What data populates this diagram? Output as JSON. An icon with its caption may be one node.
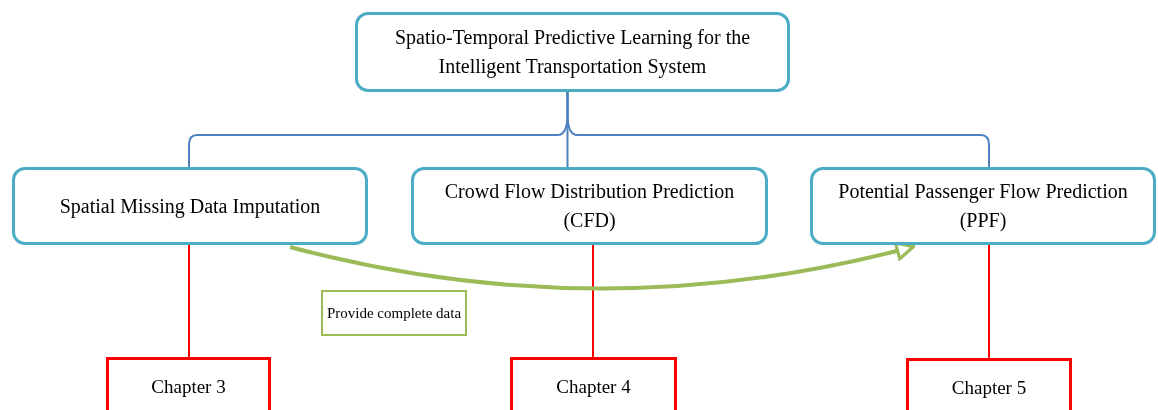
{
  "diagram": {
    "nodes": [
      {
        "text": [
          "Spatio-Temporal Predictive Learning for the Intelligent Transportation System"
        ]
      },
      {
        "text": [
          "Spatial Missing Data Imputation"
        ]
      },
      {
        "text": [
          "Crowd Flow Distribution Prediction (CFD)"
        ]
      },
      {
        "text": [
          "Potential Passenger Flow Prediction (PPF)"
        ]
      },
      {
        "text": [
          "Chapter 3"
        ]
      },
      {
        "text": [
          "Chapter 4"
        ]
      },
      {
        "text": [
          "Chapter 5"
        ]
      },
      {
        "text": [
          "Provide complete data"
        ]
      }
    ],
    "edges": [
      {
        "from": 0,
        "to": 1,
        "arrow": "none",
        "color": "#4f81bd"
      },
      {
        "from": 0,
        "to": 2,
        "arrow": "none",
        "color": "#4f81bd"
      },
      {
        "from": 0,
        "to": 3,
        "arrow": "none",
        "color": "#4f81bd"
      },
      {
        "from": 1,
        "to": 4,
        "arrow": "none",
        "color": "#ff0000"
      },
      {
        "from": 2,
        "to": 5,
        "arrow": "none",
        "color": "#ff0000"
      },
      {
        "from": 3,
        "to": 6,
        "arrow": "none",
        "color": "#ff0000"
      },
      {
        "from": 1,
        "to": 3,
        "arrow": "to",
        "style": "thick",
        "color": "#9bbb59"
      }
    ]
  }
}
